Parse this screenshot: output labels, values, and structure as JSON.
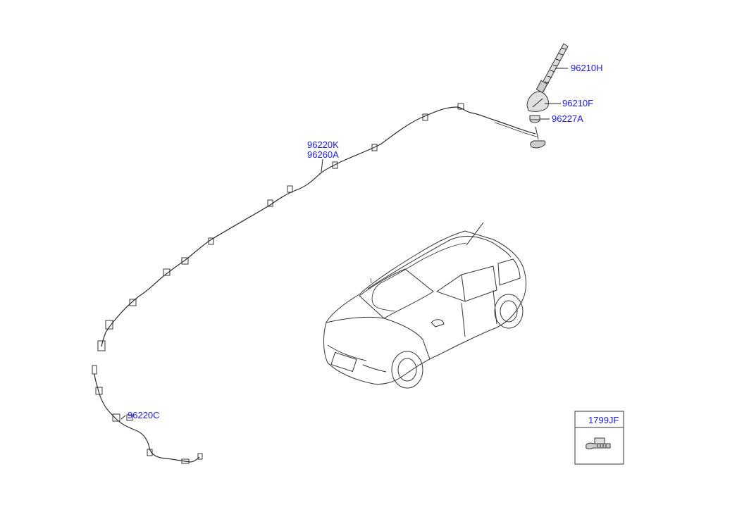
{
  "parts": {
    "p96210H": "96210H",
    "p96210F": "96210F",
    "p96227A": "96227A",
    "p96220K": "96220K",
    "p96260A": "96260A",
    "p96220C": "96220C"
  },
  "inset_box": {
    "label": "1799JF"
  }
}
